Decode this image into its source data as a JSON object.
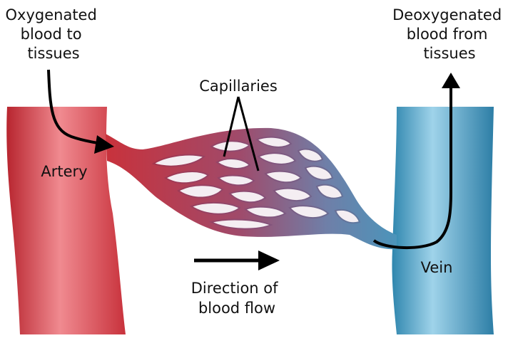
{
  "labels": {
    "oxygenated": [
      "Oxygenated",
      "blood to",
      "tissues"
    ],
    "deoxygenated": [
      "Deoxygenated",
      "blood from",
      "tissues"
    ],
    "capillaries": "Capillaries",
    "artery": "Artery",
    "vein": "Vein",
    "direction": [
      "Direction of",
      "blood flow"
    ]
  },
  "colors": {
    "artery": "#d8444f",
    "artery_light": "#f08a90",
    "vein": "#3e93ba",
    "vein_light": "#9fd3ea",
    "capillary_mid": "#7a6a9c",
    "arrow": "#000000"
  }
}
